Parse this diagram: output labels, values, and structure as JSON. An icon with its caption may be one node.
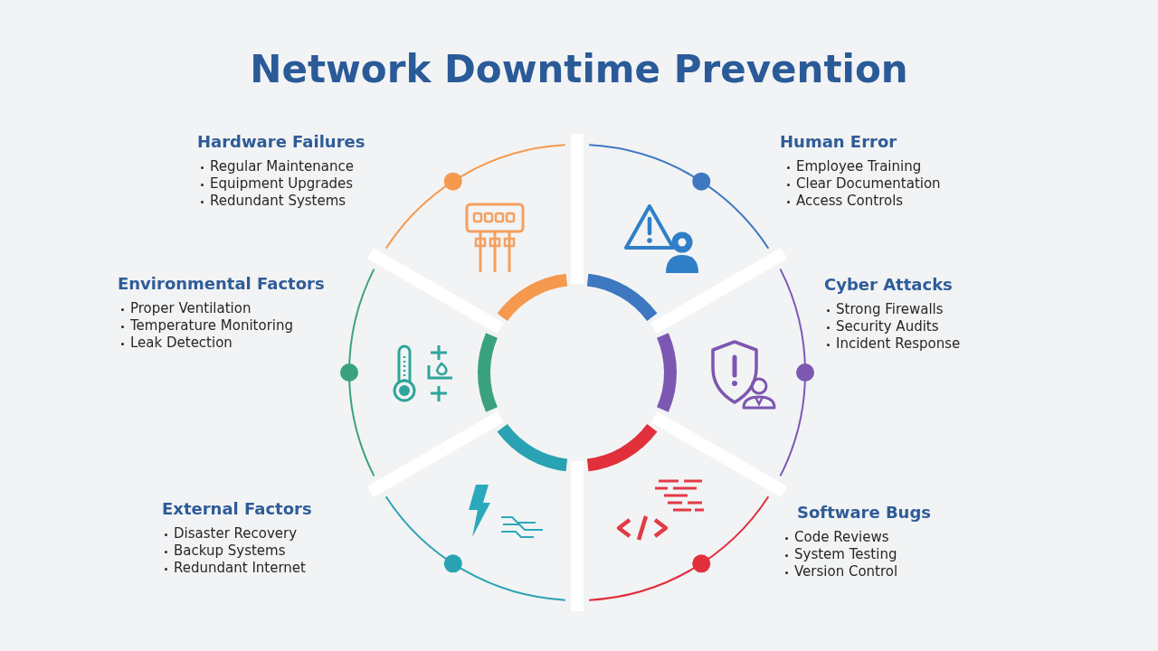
{
  "diagram": {
    "title": "Network Downtime Prevention",
    "nodes": [
      {
        "text": [
          "Hardware Failures",
          "Regular Maintenance",
          "Equipment Upgrades",
          "Redundant Systems"
        ]
      },
      {
        "text": [
          "Human Error",
          "Employee Training",
          "Clear Documentation",
          "Access Controls"
        ]
      },
      {
        "text": [
          "Environmental Factors",
          "Proper Ventilation",
          "Temperature Monitoring",
          "Leak Detection"
        ]
      },
      {
        "text": [
          "Cyber Attacks",
          "Strong Firewalls",
          "Security Audits",
          "Incident Response"
        ]
      },
      {
        "text": [
          "External Factors",
          "Disaster Recovery",
          "Backup Systems",
          "Redundant Internet"
        ]
      },
      {
        "text": [
          "Software Bugs",
          "Code Reviews",
          "System Testing",
          "Version Control"
        ]
      }
    ]
  }
}
